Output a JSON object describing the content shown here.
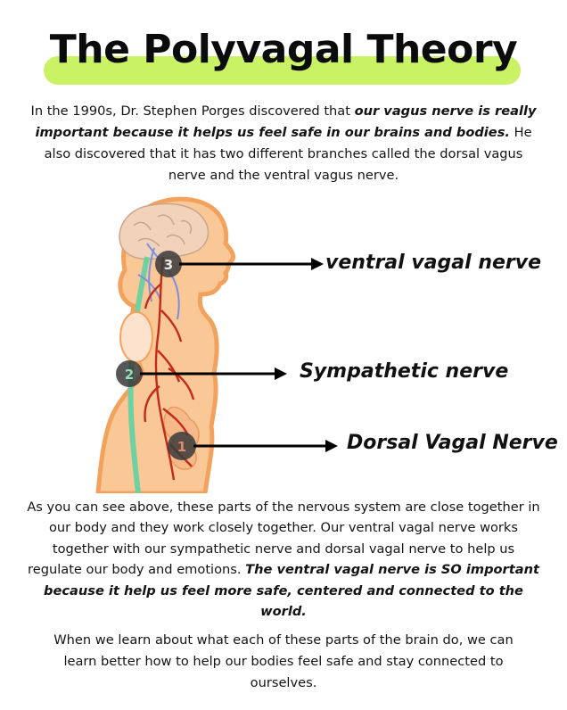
{
  "title": "The Polyvagal Theory",
  "intro": {
    "text_1": "In the 1990s, Dr. Stephen Porges discovered that ",
    "bold_1": "our vagus nerve is really important because it helps us feel safe in our brains and bodies.",
    "text_2": " He also discovered that it has two different branches called the dorsal vagus nerve and the ventral vagus nerve."
  },
  "diagram": {
    "labels": {
      "ventral": "ventral vagal nerve",
      "sympathetic": "Sympathetic nerve",
      "dorsal": "Dorsal Vagal Nerve"
    },
    "markers": {
      "ventral": "3",
      "sympathetic": "2",
      "dorsal": "1"
    },
    "colors": {
      "skin": "#f9c896",
      "skin_outline": "#f3a25e",
      "brain": "#f1d3bc",
      "spine": "#6fd0a2",
      "nerves": "#c22a1c",
      "vessels": "#7d8ee0",
      "marker_fill": "#3a3a3a",
      "marker_green": "#2f7d55"
    }
  },
  "body_text": {
    "text_1": "As you can see above, these parts of the nervous system are close together in our body and they work closely together. Our ventral vagal nerve works together with our sympathetic nerve and dorsal vagal nerve to help us regulate our body and emotions. ",
    "bold_1": "The ventral vagal nerve is SO important because it help us feel more safe, centered and connected to the world."
  },
  "closing": "When we learn about what each of these parts of the brain do, we can learn better how to help our bodies feel safe and stay connected to ourselves.",
  "accent_color": "#c9f264"
}
